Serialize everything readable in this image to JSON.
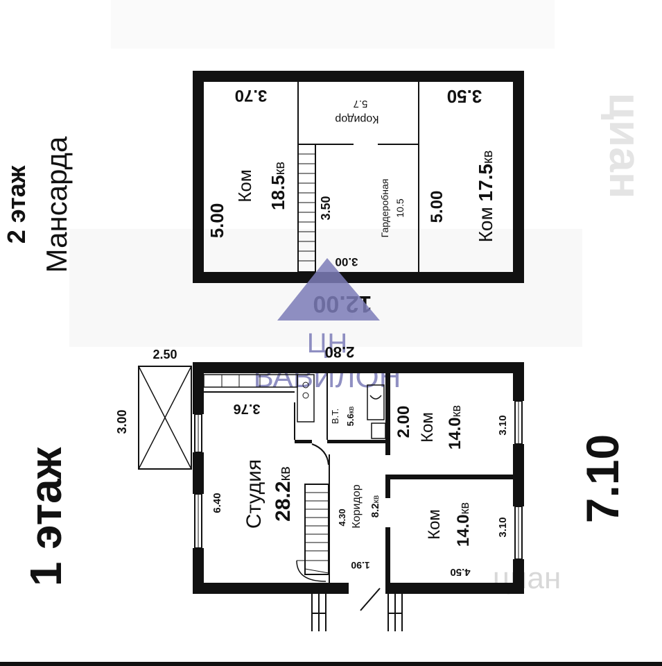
{
  "floors": {
    "second": {
      "label": "2 этаж",
      "sublabel": "Мансарда"
    },
    "first": {
      "label": "1 этаж"
    }
  },
  "second_floor": {
    "left_room": {
      "name": "Ком",
      "area": "18.5",
      "unit": "кв",
      "width": "3.70",
      "height": "5.00"
    },
    "corridor": {
      "name": "Коридор",
      "area": "5.7"
    },
    "stairs_dim": "3.50",
    "wardrobe": {
      "name": "Гардеробная",
      "area": "10.5"
    },
    "right_room": {
      "name": "Ком",
      "area": "17.5",
      "unit": "кв",
      "width": "3.50",
      "height": "5.00"
    },
    "bottom_dim": "3.00",
    "total_width": "12.00"
  },
  "first_floor": {
    "porch": {
      "width": "2.50",
      "depth": "3.00"
    },
    "top_dim": "2.80",
    "studio": {
      "name": "Студия",
      "area": "28.2",
      "unit": "кв",
      "width": "3.76",
      "height": "6.40"
    },
    "bathroom": {
      "name": "В.Т.",
      "area": "5.6",
      "unit": "кв"
    },
    "room_top": {
      "name": "Ком",
      "area": "14.0",
      "unit": "кв",
      "width": "2.00",
      "height": "3.10"
    },
    "corridor": {
      "name": "Коридор",
      "area": "8.2",
      "unit": "кв",
      "length": "4.30",
      "width": "1.90"
    },
    "room_bottom": {
      "name": "Ком",
      "area": "14.0",
      "unit": "кв",
      "width": "4.50",
      "height": "3.10"
    },
    "total_depth": "7.10"
  },
  "watermark": {
    "logo_text": "ЦН",
    "brand": "ВАВИЛОН",
    "site": "циан"
  },
  "colors": {
    "wall": "#111111",
    "watermark": "#7c7cb8",
    "background": "#ffffff"
  }
}
